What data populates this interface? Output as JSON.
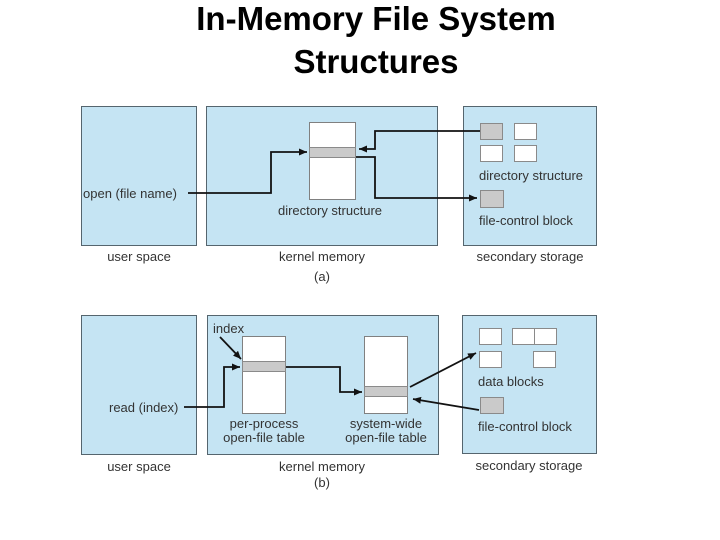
{
  "slide": {
    "title": "In-Memory File System\nStructures"
  },
  "diagram_a": {
    "caption": "(a)",
    "user_space": {
      "label": "user space",
      "syscall": "open (file name)"
    },
    "kernel_memory": {
      "label": "kernel memory",
      "directory_structure": "directory structure"
    },
    "secondary_storage": {
      "label": "secondary storage",
      "directory_structure": "directory structure",
      "file_control_block": "file-control block"
    }
  },
  "diagram_b": {
    "caption": "(b)",
    "user_space": {
      "label": "user space",
      "syscall": "read (index)"
    },
    "kernel_memory": {
      "label": "kernel memory",
      "index_pointer": "index",
      "per_process_table": "per-process\nopen-file table",
      "system_wide_table": "system-wide\nopen-file table"
    },
    "secondary_storage": {
      "label": "secondary storage",
      "data_blocks": "data blocks",
      "file_control_block": "file-control block"
    }
  },
  "colors": {
    "box_fill": "#c5e4f3",
    "box_border": "#55656e",
    "record_fill": "#cacaca",
    "record_border": "#8a8a8a",
    "arrow": "#121212",
    "title_color": "#000000"
  }
}
